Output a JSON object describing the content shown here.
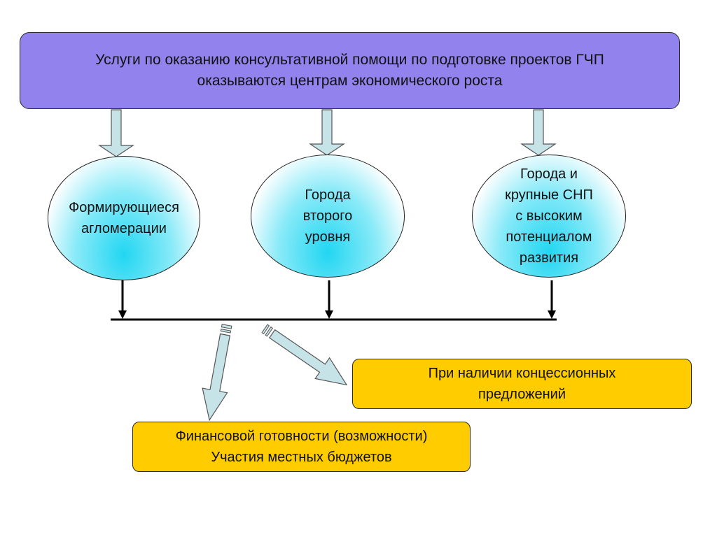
{
  "header_box": {
    "line1": "Услуги по оказанию консультативной помощи по подготовке проектов ГЧП",
    "line2": "оказываются центрам экономического роста"
  },
  "targets": [
    {
      "lines": [
        "Формирующиеся",
        "агломерации"
      ]
    },
    {
      "lines": [
        "Города",
        "второго",
        "уровня"
      ]
    },
    {
      "lines": [
        "Города и",
        "крупные СНП",
        "с высоким",
        "потенциалом",
        "развития"
      ]
    }
  ],
  "conditions": {
    "concession": {
      "line1": "При наличии концессионных",
      "line2": "предложений"
    },
    "finance": {
      "line1": "Финансовой готовности (возможности)",
      "line2": "Участия местных бюджетов"
    }
  },
  "colors": {
    "header_fill": "#9282ee",
    "ellipse_fill": "#22d6f2",
    "condition_fill": "#ffcc00",
    "block_arrow_fill": "#c6e3e8"
  }
}
